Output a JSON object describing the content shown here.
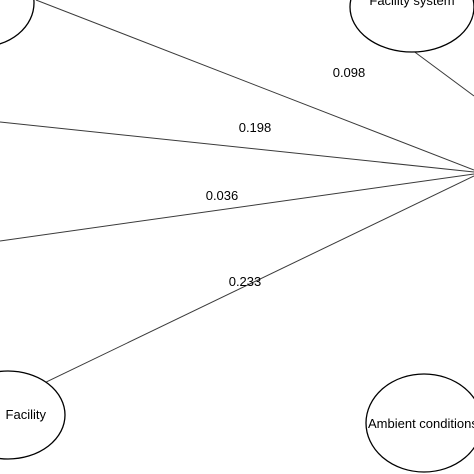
{
  "nodes": {
    "facility_system": {
      "label": "Facility system"
    },
    "facility": {
      "label": "Facility"
    },
    "ambient_conditions": {
      "label": "Ambient conditions"
    }
  },
  "paths": {
    "p1": {
      "coefficient": "0.098"
    },
    "p2": {
      "coefficient": "0.198"
    },
    "p3": {
      "coefficient": "0.036"
    },
    "p4": {
      "coefficient": "0.233"
    }
  }
}
